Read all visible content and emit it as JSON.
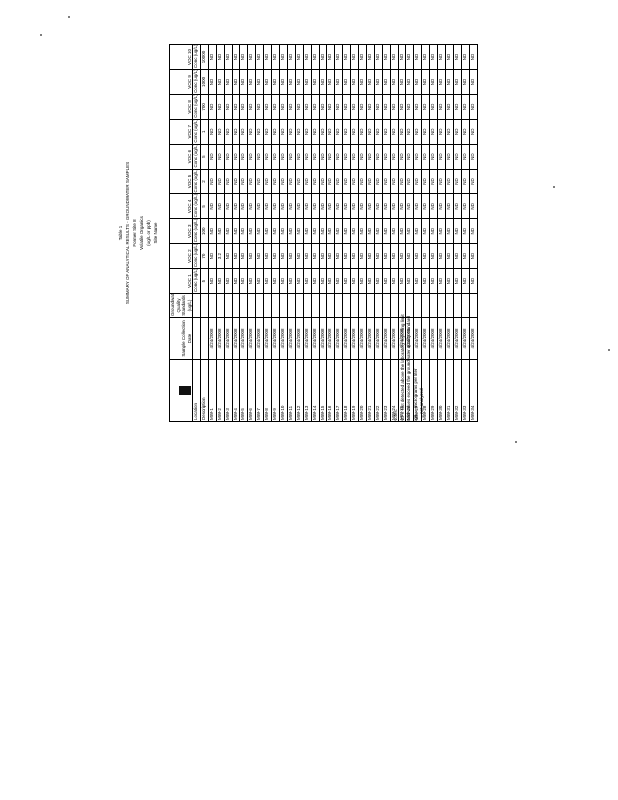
{
  "document": {
    "title_lines": [
      "Table 1",
      "SUMMARY OF ANALYTICAL RESULTS - GROUNDWATER SAMPLES",
      "Former Site 8",
      "Volatile Organics",
      "(ug/L or ppb)",
      "Site Name"
    ],
    "logo": "logo-mark"
  },
  "table": {
    "location_header": "Location",
    "date_header": "Sample Collection Date",
    "standard_header": "Groundwater Quality Standards (ug/L)",
    "analytes": [
      "VOC 1",
      "VOC 2",
      "VOC 3",
      "VOC 4",
      "VOC 5",
      "VOC 6",
      "VOC 7",
      "VOC 8",
      "VOC 9",
      "VOC 10"
    ],
    "units_row": [
      "Conc (ug/L)",
      "Conc (ug/L)",
      "Conc (ug/L)",
      "Conc (ug/L)",
      "Conc (ug/L)",
      "Conc (ug/L)",
      "Conc (ug/L)",
      "Conc (ug/L)",
      "Conc (ug/L)",
      "Conc (ug/L)"
    ],
    "standards": [
      "5",
      "70",
      "100",
      "5",
      "2",
      "5",
      "1",
      "700",
      "1000",
      "10000"
    ],
    "section_label": "Description",
    "rows": [
      {
        "loc": "MW-1",
        "date": "4/24/2008",
        "vals": [
          "ND",
          "ND",
          "ND",
          "ND",
          "ND",
          "ND",
          "ND",
          "ND",
          "ND",
          "ND"
        ]
      },
      {
        "loc": "MW-2",
        "date": "4/24/2008",
        "vals": [
          "ND",
          "3.2",
          "ND",
          "ND",
          "ND",
          "ND",
          "ND",
          "ND",
          "ND",
          "ND"
        ]
      },
      {
        "loc": "MW-3",
        "date": "4/24/2008",
        "vals": [
          "ND",
          "ND",
          "ND",
          "ND",
          "ND",
          "ND",
          "ND",
          "ND",
          "ND",
          "ND"
        ]
      },
      {
        "loc": "MW-4",
        "date": "4/24/2008",
        "vals": [
          "ND",
          "ND",
          "ND",
          "ND",
          "ND",
          "ND",
          "ND",
          "ND",
          "ND",
          "ND"
        ]
      },
      {
        "loc": "MW-5",
        "date": "4/24/2008",
        "vals": [
          "ND",
          "ND",
          "ND",
          "ND",
          "ND",
          "ND",
          "ND",
          "ND",
          "ND",
          "ND"
        ]
      },
      {
        "loc": "MW-6",
        "date": "4/24/2008",
        "vals": [
          "ND",
          "ND",
          "ND",
          "ND",
          "ND",
          "ND",
          "ND",
          "ND",
          "ND",
          "ND"
        ]
      },
      {
        "loc": "MW-7",
        "date": "4/24/2008",
        "vals": [
          "ND",
          "ND",
          "ND",
          "ND",
          "ND",
          "ND",
          "ND",
          "ND",
          "ND",
          "ND"
        ]
      },
      {
        "loc": "MW-8",
        "date": "4/24/2008",
        "vals": [
          "ND",
          "ND",
          "ND",
          "ND",
          "ND",
          "ND",
          "ND",
          "ND",
          "ND",
          "ND"
        ]
      },
      {
        "loc": "MW-9",
        "date": "4/24/2008",
        "vals": [
          "ND",
          "ND",
          "ND",
          "ND",
          "ND",
          "ND",
          "ND",
          "ND",
          "ND",
          "ND"
        ]
      },
      {
        "loc": "MW-10",
        "date": "4/24/2008",
        "vals": [
          "ND",
          "ND",
          "ND",
          "ND",
          "ND",
          "ND",
          "ND",
          "ND",
          "ND",
          "ND"
        ]
      },
      {
        "loc": "MW-11",
        "date": "4/24/2008",
        "vals": [
          "ND",
          "ND",
          "ND",
          "ND",
          "ND",
          "ND",
          "ND",
          "ND",
          "ND",
          "ND"
        ]
      },
      {
        "loc": "MW-12",
        "date": "4/24/2008",
        "vals": [
          "ND",
          "ND",
          "ND",
          "ND",
          "ND",
          "ND",
          "ND",
          "ND",
          "ND",
          "ND"
        ]
      },
      {
        "loc": "MW-13",
        "date": "4/24/2008",
        "vals": [
          "ND",
          "ND",
          "ND",
          "ND",
          "ND",
          "ND",
          "ND",
          "ND",
          "ND",
          "ND"
        ]
      },
      {
        "loc": "MW-14",
        "date": "4/24/2008",
        "vals": [
          "ND",
          "ND",
          "ND",
          "ND",
          "ND",
          "ND",
          "ND",
          "ND",
          "ND",
          "ND"
        ]
      },
      {
        "loc": "MW-15",
        "date": "4/24/2008",
        "vals": [
          "ND",
          "ND",
          "ND",
          "ND",
          "ND",
          "ND",
          "ND",
          "ND",
          "ND",
          "ND"
        ]
      },
      {
        "loc": "MW-16",
        "date": "4/24/2008",
        "vals": [
          "ND",
          "ND",
          "ND",
          "ND",
          "ND",
          "ND",
          "ND",
          "ND",
          "ND",
          "ND"
        ]
      },
      {
        "loc": "MW-17",
        "date": "4/24/2008",
        "vals": [
          "ND",
          "ND",
          "ND",
          "ND",
          "ND",
          "ND",
          "ND",
          "ND",
          "ND",
          "ND"
        ]
      },
      {
        "loc": "MW-18",
        "date": "4/24/2008",
        "vals": [
          "ND",
          "ND",
          "ND",
          "ND",
          "ND",
          "ND",
          "ND",
          "ND",
          "ND",
          "ND"
        ]
      },
      {
        "loc": "MW-19",
        "date": "4/24/2008",
        "vals": [
          "ND",
          "ND",
          "ND",
          "ND",
          "ND",
          "ND",
          "ND",
          "ND",
          "ND",
          "ND"
        ]
      },
      {
        "loc": "MW-20",
        "date": "4/24/2008",
        "vals": [
          "ND",
          "ND",
          "ND",
          "ND",
          "ND",
          "ND",
          "ND",
          "ND",
          "ND",
          "ND"
        ]
      },
      {
        "loc": "MW-21",
        "date": "4/24/2008",
        "vals": [
          "ND",
          "ND",
          "ND",
          "ND",
          "ND",
          "ND",
          "ND",
          "ND",
          "ND",
          "ND"
        ]
      },
      {
        "loc": "MW-22",
        "date": "4/24/2008",
        "vals": [
          "ND",
          "ND",
          "ND",
          "ND",
          "ND",
          "ND",
          "ND",
          "ND",
          "ND",
          "ND"
        ]
      },
      {
        "loc": "MW-23",
        "date": "4/24/2008",
        "vals": [
          "ND",
          "ND",
          "ND",
          "ND",
          "ND",
          "ND",
          "ND",
          "ND",
          "ND",
          "ND"
        ]
      },
      {
        "loc": "MW-24",
        "date": "4/24/2008",
        "vals": [
          "ND",
          "ND",
          "ND",
          "ND",
          "ND",
          "ND",
          "ND",
          "ND",
          "ND",
          "ND"
        ]
      },
      {
        "loc": "MW-25",
        "date": "4/24/2008",
        "vals": [
          "ND",
          "ND",
          "ND",
          "ND",
          "ND",
          "ND",
          "ND",
          "ND",
          "ND",
          "ND"
        ]
      },
      {
        "loc": "MW-26",
        "date": "4/24/2008",
        "vals": [
          "ND",
          "ND",
          "ND",
          "ND",
          "ND",
          "ND",
          "ND",
          "ND",
          "ND",
          "ND"
        ]
      },
      {
        "loc": "MW-27",
        "date": "4/24/2008",
        "vals": [
          "ND",
          "ND",
          "ND",
          "ND",
          "ND",
          "ND",
          "ND",
          "ND",
          "ND",
          "ND"
        ]
      },
      {
        "loc": "MW-28",
        "date": "4/24/2008",
        "vals": [
          "ND",
          "ND",
          "ND",
          "ND",
          "ND",
          "ND",
          "ND",
          "ND",
          "ND",
          "ND"
        ]
      },
      {
        "loc": "MW-29",
        "date": "4/24/2008",
        "vals": [
          "ND",
          "ND",
          "ND",
          "ND",
          "ND",
          "ND",
          "ND",
          "ND",
          "ND",
          "ND"
        ]
      },
      {
        "loc": "MW-30",
        "date": "4/24/2008",
        "vals": [
          "ND",
          "ND",
          "ND",
          "ND",
          "ND",
          "ND",
          "ND",
          "ND",
          "ND",
          "ND"
        ]
      },
      {
        "loc": "MW-31",
        "date": "4/24/2008",
        "vals": [
          "ND",
          "ND",
          "ND",
          "ND",
          "ND",
          "ND",
          "ND",
          "ND",
          "ND",
          "ND"
        ]
      },
      {
        "loc": "MW-32",
        "date": "4/24/2008",
        "vals": [
          "ND",
          "ND",
          "ND",
          "ND",
          "ND",
          "ND",
          "ND",
          "ND",
          "ND",
          "ND"
        ]
      },
      {
        "loc": "MW-33",
        "date": "4/24/2008",
        "vals": [
          "ND",
          "ND",
          "ND",
          "ND",
          "ND",
          "ND",
          "ND",
          "ND",
          "ND",
          "ND"
        ]
      },
      {
        "loc": "MW-34",
        "date": "4/24/2008",
        "vals": [
          "ND",
          "ND",
          "ND",
          "ND",
          "ND",
          "ND",
          "ND",
          "ND",
          "ND",
          "ND"
        ]
      }
    ]
  },
  "notes": [
    "Notes:",
    "ND = Not detected above the laboratory reporting limit",
    "Bold values exceed the groundwater quality standard",
    "ug/L = micrograms per liter",
    "-- = not analyzed"
  ]
}
